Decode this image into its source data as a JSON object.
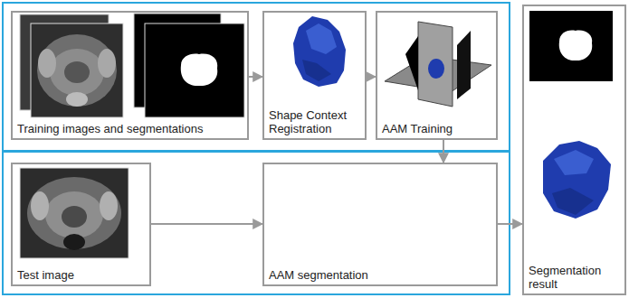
{
  "diagram": {
    "nodes": [
      {
        "text": [
          "Training images and segmentations"
        ]
      },
      {
        "text": [
          "Shape Context Registration"
        ]
      },
      {
        "text": [
          "AAM Training"
        ]
      },
      {
        "text": [
          "Test image"
        ]
      },
      {
        "text": [
          "AAM segmentation"
        ]
      },
      {
        "text": [
          "Segmentation result"
        ]
      }
    ],
    "edges": [
      {
        "from": 0,
        "to": 1,
        "arrow": "to"
      },
      {
        "from": 1,
        "to": 2,
        "arrow": "to"
      },
      {
        "from": 2,
        "to": 4,
        "arrow": "to"
      },
      {
        "from": 3,
        "to": 4,
        "arrow": "to"
      },
      {
        "from": 4,
        "to": 5,
        "arrow": "to"
      }
    ]
  }
}
